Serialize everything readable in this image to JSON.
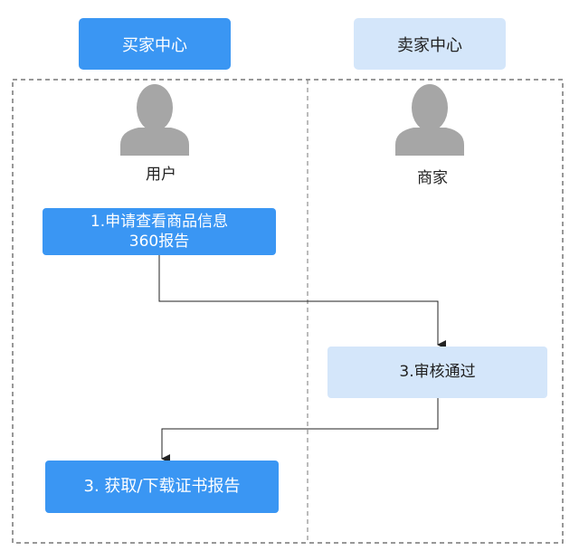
{
  "headers": {
    "buyer_center": "买家中心",
    "seller_center": "卖家中心"
  },
  "roles": {
    "user": "用户",
    "merchant": "商家"
  },
  "steps": {
    "step1_line1": "1.申请查看商品信息",
    "step1_line2": "360报告",
    "step3": "3.审核通过",
    "step4": "3. 获取/下载证书报告"
  },
  "colors": {
    "primary_blue": "#3a96f3",
    "light_blue": "#d4e6fa",
    "avatar_gray": "#a6a6a6",
    "border_gray": "#777777"
  },
  "icons": {
    "user": "person-icon",
    "merchant": "person-icon"
  }
}
